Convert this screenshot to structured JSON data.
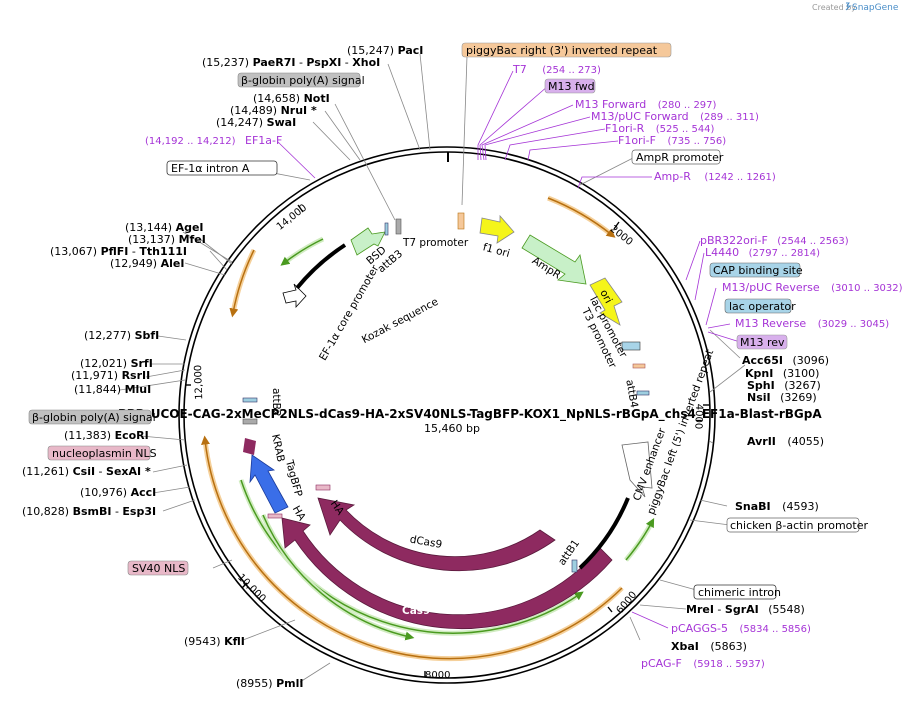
{
  "header": {
    "created_by": "Created by",
    "app_name": "SnapGene"
  },
  "plasmid": {
    "name": "PPB_UCOE-CAG-2xMeCP2NLS-dCas9-HA-2xSV40NLS-TagBFP-KOX1_NpNLS-rBGpA_chs4_EF1a-Blast-rBGpA",
    "length": "15,460 bp"
  },
  "ticks": [
    "14,000",
    "2000",
    "4000",
    "6000",
    "8000",
    "10,000",
    "12,000"
  ],
  "labels": [
    {
      "name": "PaeR7I",
      "pos": "(15,237)",
      "extra": "PspXI",
      "extra_name": "XhoI"
    },
    {
      "name": "PacI",
      "pos": "(15,247)"
    },
    {
      "name": "piggyBac right (3') inverted repeat"
    },
    {
      "name": "T7",
      "pos": "(254 .. 273)"
    },
    {
      "name": "M13 fwd"
    },
    {
      "name": "M13 Forward",
      "pos": "(280 .. 297)"
    },
    {
      "name": "M13/pUC Forward",
      "pos": "(289 .. 311)"
    },
    {
      "name": "F1ori-R",
      "pos": "(525 .. 544)"
    },
    {
      "name": "F1ori-F",
      "pos": "(735 .. 756)"
    },
    {
      "name": "AmpR promoter"
    },
    {
      "name": "Amp-R",
      "pos": "(1242 .. 1261)"
    },
    {
      "name": "β-globin poly(A) signal"
    },
    {
      "name": "NotI",
      "pos": "(14,658)"
    },
    {
      "name": "NruI *",
      "pos": "(14,489)"
    },
    {
      "name": "SwaI",
      "pos": "(14,247)"
    },
    {
      "name": "EF1a-F",
      "pos": "(14,192 .. 14,212)"
    },
    {
      "name": "EF-1α intron A"
    },
    {
      "name": "AgeI",
      "pos": "(13,144)"
    },
    {
      "name": "MfeI",
      "pos": "(13,137)"
    },
    {
      "name": "PflFI",
      "pos": "(13,067)",
      "extra_name": "Tth111I"
    },
    {
      "name": "AleI",
      "pos": "(12,949)"
    },
    {
      "name": "SbfI",
      "pos": "(12,277)"
    },
    {
      "name": "SrfI",
      "pos": "(12,021)"
    },
    {
      "name": "RsrII",
      "pos": "(11,971)"
    },
    {
      "name": "MluI",
      "pos": "(11,844)"
    },
    {
      "name": "β-globin poly(A) signal"
    },
    {
      "name": "EcoRI",
      "pos": "(11,383)"
    },
    {
      "name": "nucleoplasmin NLS"
    },
    {
      "name": "CsiI",
      "pos": "(11,261)",
      "extra_name": "SexAI *"
    },
    {
      "name": "AccI",
      "pos": "(10,976)"
    },
    {
      "name": "BsmBI",
      "pos": "(10,828)",
      "extra_name": "Esp3I"
    },
    {
      "name": "SV40 NLS"
    },
    {
      "name": "KflI",
      "pos": "(9543)"
    },
    {
      "name": "PmlI",
      "pos": "(8955)"
    },
    {
      "name": "pBR322ori-F",
      "pos": "(2544 .. 2563)"
    },
    {
      "name": "L4440",
      "pos": "(2797 .. 2814)"
    },
    {
      "name": "CAP binding site"
    },
    {
      "name": "M13/pUC Reverse",
      "pos": "(3010 .. 3032)"
    },
    {
      "name": "lac operator"
    },
    {
      "name": "M13 Reverse",
      "pos": "(3029 .. 3045)"
    },
    {
      "name": "M13 rev"
    },
    {
      "name": "Acc65I",
      "pos": "(3096)"
    },
    {
      "name": "KpnI",
      "pos": "(3100)"
    },
    {
      "name": "SphI",
      "pos": "(3267)"
    },
    {
      "name": "NsiI",
      "pos": "(3269)"
    },
    {
      "name": "AvrII",
      "pos": "(4055)"
    },
    {
      "name": "SnaBI",
      "pos": "(4593)"
    },
    {
      "name": "chicken β-actin promoter"
    },
    {
      "name": "chimeric intron"
    },
    {
      "name": "MreI",
      "pos": "(5548)",
      "extra_name": "SgrAI"
    },
    {
      "name": "pCAGGS-5",
      "pos": "(5834 .. 5856)"
    },
    {
      "name": "XbaI",
      "pos": "(5863)"
    },
    {
      "name": "pCAG-F",
      "pos": "(5918 .. 5937)"
    }
  ],
  "inner_labels": [
    "T7 promoter",
    "f1 ori",
    "AmpR",
    "ori",
    "lac promoter",
    "T3 promoter",
    "attB4",
    "piggyBac left (5') inverted repeat",
    "CMV enhancer",
    "attB1",
    "dCas9",
    "Cas9",
    "HA",
    "HA",
    "TagBFP",
    "KRAB",
    "attB2",
    "BSD",
    "attB3",
    "Kozak sequence",
    "EF-1α core promoter"
  ],
  "colors": {
    "purple": "#a534d6",
    "feature_magenta": "#8e2a60",
    "tagbfp_blue": "#3a6ee8",
    "ori_yellow": "#f5f51a",
    "ampr_green": "#c8f0c8",
    "orange_track": "#f0a030",
    "green_track": "#4a9a20",
    "cap_teal": "#a8d4e8",
    "nls_pink": "#e8b8c8",
    "lavender": "#d8b0ec",
    "peach": "#f5c89a",
    "gray_box": "#c0c0c0"
  }
}
